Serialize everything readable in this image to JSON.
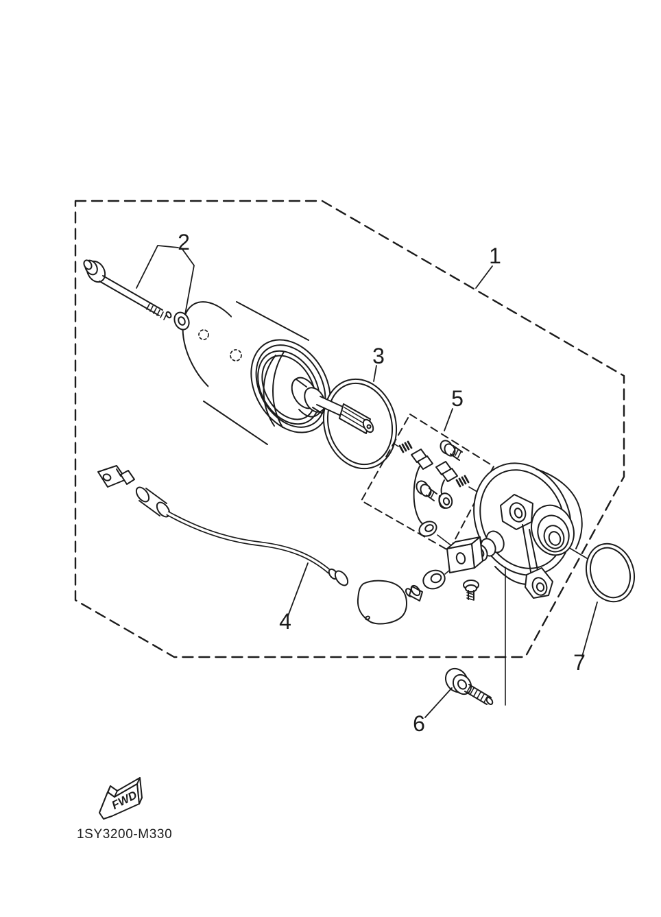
{
  "canvas": {
    "background": "#ffffff",
    "line_color": "#1b1b1b"
  },
  "diagram": {
    "part_code": "1SY3200-M330",
    "fwd_label": "FWD",
    "callouts": [
      {
        "label": "1"
      },
      {
        "label": "2"
      },
      {
        "label": "3"
      },
      {
        "label": "4"
      },
      {
        "label": "5"
      },
      {
        "label": "6"
      },
      {
        "label": "7"
      }
    ]
  }
}
